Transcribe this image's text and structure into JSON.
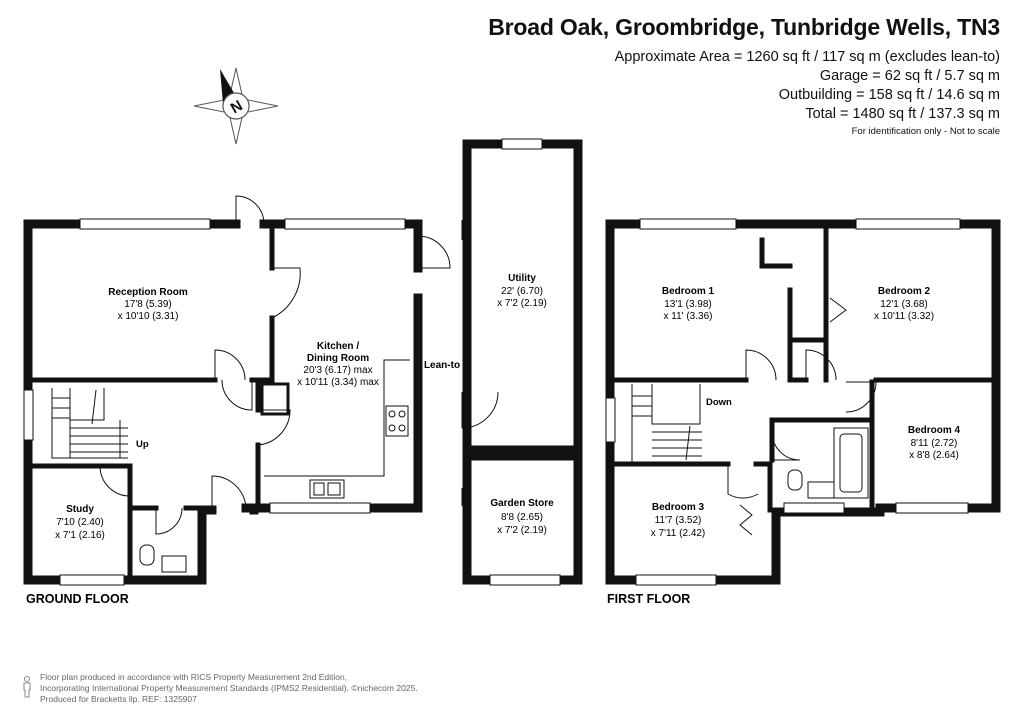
{
  "header": {
    "title": "Broad Oak, Groombridge, Tunbridge Wells, TN3",
    "area_lines": [
      "Approximate Area = 1260 sq ft / 117 sq m (excludes lean-to)",
      "Garage = 62 sq ft / 5.7 sq m",
      "Outbuilding = 158 sq ft / 14.6 sq m",
      "Total = 1480 sq ft / 137.3 sq m"
    ],
    "note": "For identification only - Not to scale"
  },
  "compass": {
    "letter": "N",
    "icon": "compass-icon"
  },
  "ground_floor": {
    "label": "GROUND FLOOR",
    "rooms": {
      "reception": {
        "name": "Reception Room",
        "dim1": "17'8 (5.39)",
        "dim2": "x 10'10 (3.31)"
      },
      "kitchen": {
        "name1": "Kitchen /",
        "name2": "Dining Room",
        "dim1": "20'3 (6.17) max",
        "dim2": "x 10'11 (3.34) max"
      },
      "study": {
        "name": "Study",
        "dim1": "7'10 (2.40)",
        "dim2": "x 7'1 (2.16)"
      }
    },
    "stair_label": "Up"
  },
  "outbuilding": {
    "lean_to": "Lean-to",
    "utility": {
      "name": "Utility",
      "dim1": "22' (6.70)",
      "dim2": "x 7'2 (2.19)"
    },
    "garden_store": {
      "name": "Garden Store",
      "dim1": "8'8 (2.65)",
      "dim2": "x 7'2 (2.19)"
    }
  },
  "first_floor": {
    "label": "FIRST FLOOR",
    "rooms": {
      "bedroom1": {
        "name": "Bedroom 1",
        "dim1": "13'1 (3.98)",
        "dim2": "x 11' (3.36)"
      },
      "bedroom2": {
        "name": "Bedroom 2",
        "dim1": "12'1 (3.68)",
        "dim2": "x 10'11 (3.32)"
      },
      "bedroom3": {
        "name": "Bedroom 3",
        "dim1": "11'7 (3.52)",
        "dim2": "x 7'11 (2.42)"
      },
      "bedroom4": {
        "name": "Bedroom 4",
        "dim1": "8'11 (2.72)",
        "dim2": "x 8'8 (2.64)"
      }
    },
    "stair_label": "Down"
  },
  "footer": {
    "line1": "Floor plan produced in accordance with RICS Property Measurement 2nd Edition,",
    "line2": "Incorporating International Property Measurement Standards (IPMS2 Residential).  ©nichecom 2025.",
    "line3": "Produced for Bracketts llp.   REF:  1325907"
  }
}
